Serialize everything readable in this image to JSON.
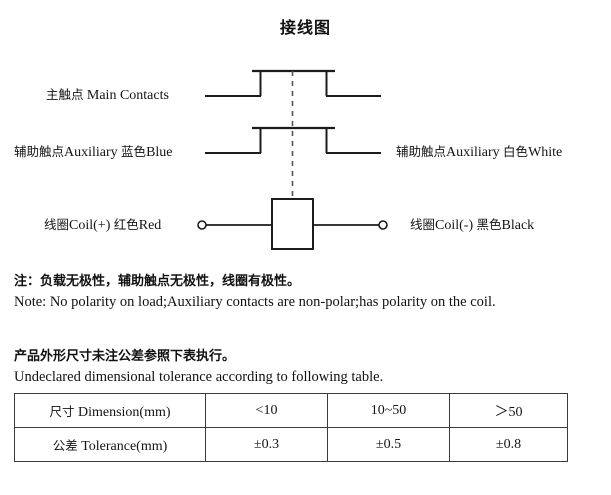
{
  "title": "接线图",
  "diagram": {
    "labels": {
      "main_contacts_cn": "主触点",
      "main_contacts_en": "Main Contacts",
      "aux_left_cn": "辅助触点",
      "aux_left_en": "Auxiliary",
      "aux_left_color_cn": "蓝色",
      "aux_left_color_en": "Blue",
      "aux_right_cn": "辅助触点",
      "aux_right_en": "Auxiliary",
      "aux_right_color_cn": "白色",
      "aux_right_color_en": "White",
      "coil_pos_cn": "线圈",
      "coil_pos_en": "Coil(+)",
      "coil_pos_color_cn": "红色",
      "coil_pos_color_en": "Red",
      "coil_neg_cn": "线圈",
      "coil_neg_en": "Coil(-)",
      "coil_neg_color_cn": "黑色",
      "coil_neg_color_en": "Black"
    },
    "colors": {
      "line": "#1c1c1c",
      "dashed_link": "#555555"
    }
  },
  "notes": {
    "polarity_cn": "注：负载无极性，辅助触点无极性，线圈有极性。",
    "polarity_en": "Note: No polarity on load;Auxiliary contacts are non-polar;has polarity on the coil.",
    "tolerance_cn": "产品外形尺寸未注公差参照下表执行。",
    "tolerance_en": "Undeclared dimensional tolerance according to following table."
  },
  "table": {
    "rows": [
      {
        "label_cn": "尺寸",
        "label_en": "Dimension(mm)",
        "values": [
          "<10",
          "10~50",
          "＞50"
        ]
      },
      {
        "label_cn": "公差",
        "label_en": "Tolerance(mm)",
        "values": [
          "±0.3",
          "±0.5",
          "±0.8"
        ]
      }
    ]
  }
}
